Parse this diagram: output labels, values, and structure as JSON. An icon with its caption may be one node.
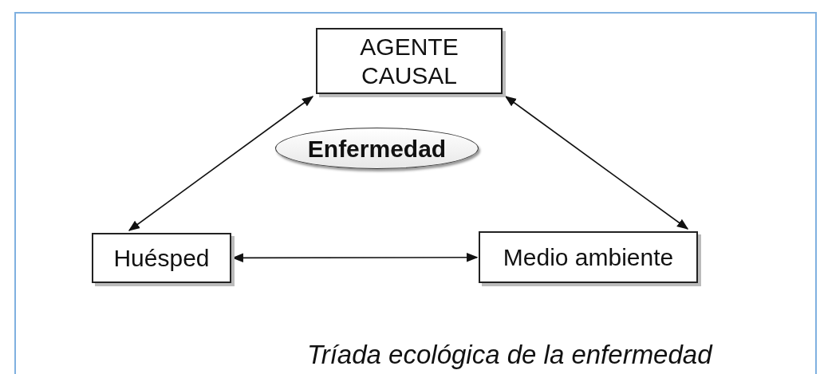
{
  "diagram": {
    "caption": "Tríada ecológica de la enfermedad",
    "nodes": [
      {
        "text": [
          "AGENTE CAUSAL"
        ]
      },
      {
        "text": [
          "Enfermedad"
        ]
      },
      {
        "text": [
          "Huésped"
        ]
      },
      {
        "text": [
          "Medio ambiente"
        ]
      }
    ],
    "edges": [
      {
        "from": 0,
        "to": 2,
        "arrow": "both"
      },
      {
        "from": 0,
        "to": 3,
        "arrow": "both"
      },
      {
        "from": 2,
        "to": 3,
        "arrow": "both"
      }
    ]
  }
}
